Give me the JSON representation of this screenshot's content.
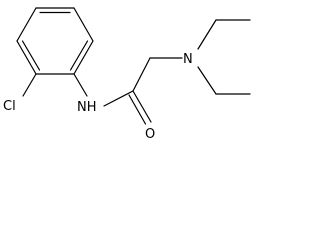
{
  "molecule": {
    "atoms": {
      "chlorine": "Cl",
      "amide_nitrogen": "NH",
      "carbonyl_oxygen": "O",
      "amine_nitrogen": "N"
    }
  }
}
